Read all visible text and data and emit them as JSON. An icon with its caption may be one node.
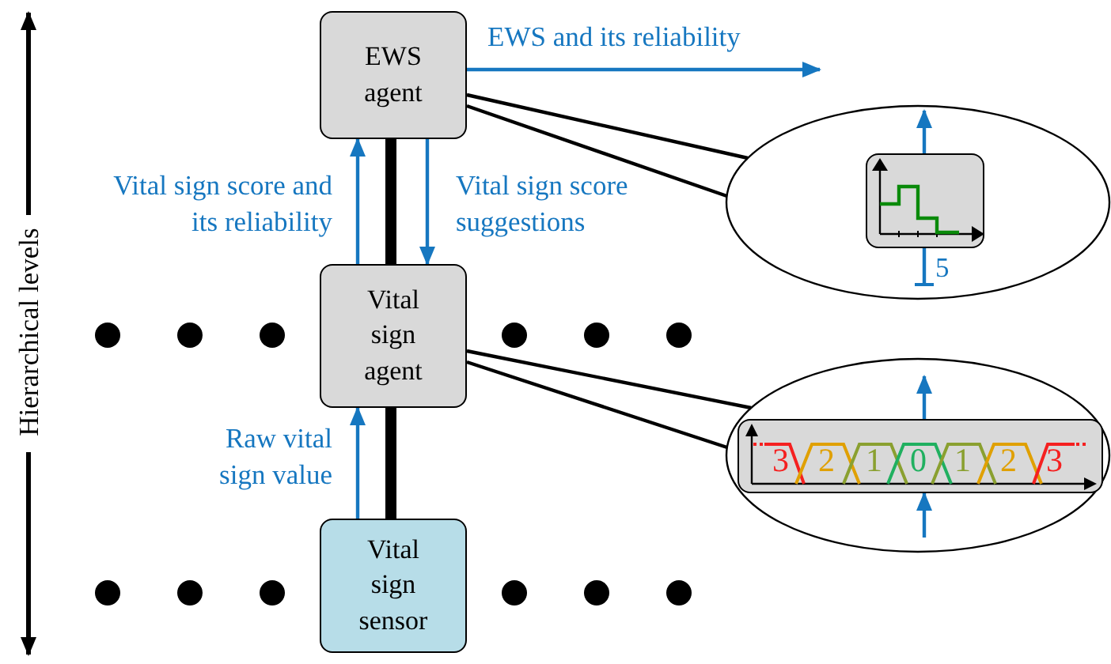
{
  "diagram": {
    "nodes": [
      {
        "text": [
          "EWS agent"
        ]
      },
      {
        "text": [
          "Vital sign agent"
        ]
      },
      {
        "text": [
          "Vital sign sensor"
        ]
      },
      {
        "text": [],
        "shape": "ellipse"
      },
      {
        "text": [],
        "shape": "box",
        "in": 3
      },
      {
        "text": [],
        "shape": "ellipse"
      },
      {
        "text": [
          "3",
          "2",
          "1",
          "0",
          "1",
          "2",
          "3"
        ],
        "in": 5
      }
    ],
    "edges": [
      {
        "from": 0,
        "to": 1,
        "arrow": "none",
        "style": "thick",
        "color": "#000000"
      },
      {
        "from": 1,
        "to": 2,
        "arrow": "none",
        "style": "thick",
        "color": "#000000"
      },
      {
        "from": 0,
        "to": null,
        "arrow": "to",
        "label": "EWS and its reliability"
      },
      {
        "from": 1,
        "to": 0,
        "arrow": "to",
        "label": "Vital sign score and its reliability"
      },
      {
        "from": 0,
        "to": 1,
        "arrow": "to",
        "label": "Vital sign score suggestions"
      },
      {
        "from": 2,
        "to": 1,
        "arrow": "to",
        "label": "Raw vital sign value"
      },
      {
        "from": 0,
        "to": 3,
        "arrow": "none",
        "color": "#000000"
      },
      {
        "from": 1,
        "to": 5,
        "arrow": "none",
        "color": "#000000"
      },
      {
        "from": 4,
        "to": null,
        "arrow": "to"
      },
      {
        "from": null,
        "to": 4,
        "arrow": "other",
        "label": "5"
      },
      {
        "from": 6,
        "to": null,
        "arrow": "to"
      },
      {
        "from": null,
        "to": 6,
        "arrow": "to"
      }
    ],
    "labels": [
      "Hierarchical levels"
    ]
  }
}
